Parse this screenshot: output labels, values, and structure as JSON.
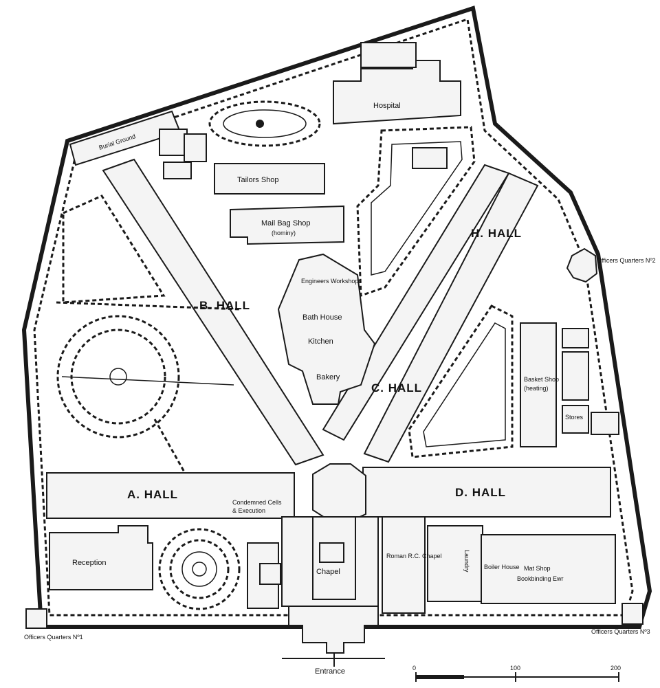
{
  "map": {
    "labels": {
      "burial_ground": "Burial Ground",
      "hospital": "Hospital",
      "tailors_shop": "Tailors Shop",
      "mail_bag_shop": "Mail Bag Shop",
      "mail_bag_shop_sub": "(hominy)",
      "engineers_workshops": "Engineers Workshops",
      "bath_house": "Bath House",
      "kitchen": "Kitchen",
      "bakery": "Bakery",
      "b_hall": "B. HALL",
      "c_hall": "C. HALL",
      "h_hall": "H. HALL",
      "a_hall": "A. HALL",
      "d_hall": "D. HALL",
      "condemned_cells": "Condemned Cells",
      "condemned_cells_2": "& Execution",
      "reception": "Reception",
      "chapel": "Chapel",
      "roman_catholic_chapel": "Roman R.C. Chapel",
      "boiler_house": "Boiler House",
      "mat_shop": "Mat Shop",
      "mat_shop_2": "Bookbinding Ewr",
      "basket_shop": "Basket Shop",
      "basket_shop_sub": "(heating)",
      "laundry": "Laundry",
      "stores": "Stores",
      "officers_quarters_1": "Officers Quarters Nº1",
      "officers_quarters_2": "Officers Quarters Nº2",
      "officers_quarters_3": "Officers Quarters Nº3",
      "entrance": "Entrance",
      "scale_0": "0",
      "scale_100": "100",
      "scale_200": "200"
    }
  }
}
